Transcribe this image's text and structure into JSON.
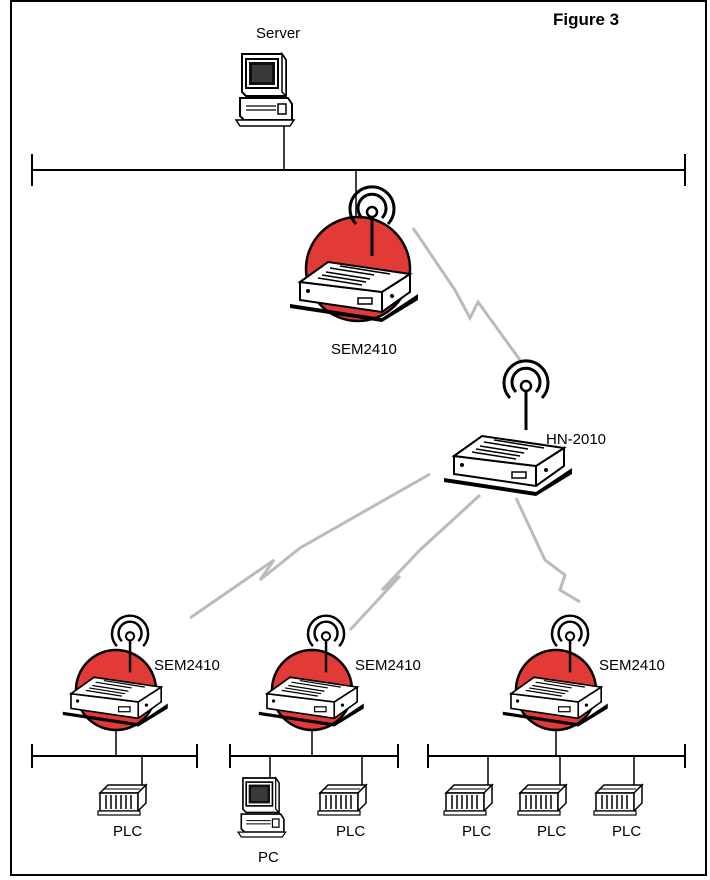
{
  "figure": {
    "title": "Figure 3"
  },
  "labels": {
    "server": "Server",
    "sem_top": "SEM2410",
    "hn": "HN-2010",
    "sem_left": "SEM2410",
    "sem_mid": "SEM2410",
    "sem_right": "SEM2410",
    "plc_1": "PLC",
    "plc_2": "PLC",
    "plc_3": "PLC",
    "plc_4": "PLC",
    "plc_5": "PLC",
    "pc": "PC"
  },
  "colors": {
    "accent_circle": "#e23a36",
    "radio_link": "#b9bcbc",
    "line": "#000000"
  }
}
